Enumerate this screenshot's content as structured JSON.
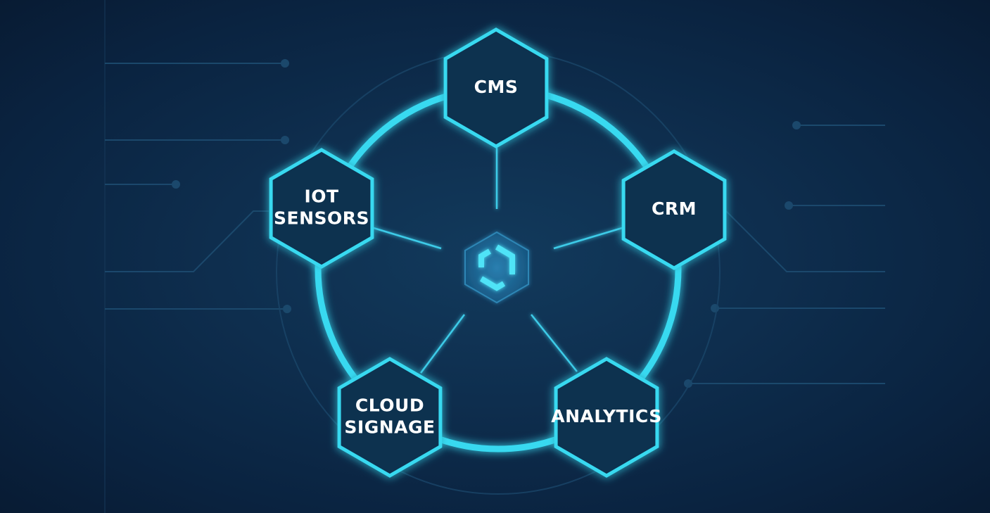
{
  "diagram": {
    "hub": {
      "icon": "hub-logo-icon"
    },
    "nodes": [
      {
        "id": "cms",
        "lines": [
          "CMS"
        ]
      },
      {
        "id": "crm",
        "lines": [
          "CRM"
        ]
      },
      {
        "id": "analytics",
        "lines": [
          "ANALYTICS"
        ]
      },
      {
        "id": "cloud-signage",
        "lines": [
          "CLOUD",
          "SIGNAGE"
        ]
      },
      {
        "id": "iot-sensors",
        "lines": [
          "IOT",
          "SENSORS"
        ]
      }
    ]
  },
  "colors": {
    "background": "#0b2440",
    "accent": "#38d9f0",
    "accent_glow": "#2fc8ec",
    "hex_fill": "#0e3150",
    "hub_fill": "#1a5d86",
    "circuit_line": "#1c4a6e"
  }
}
